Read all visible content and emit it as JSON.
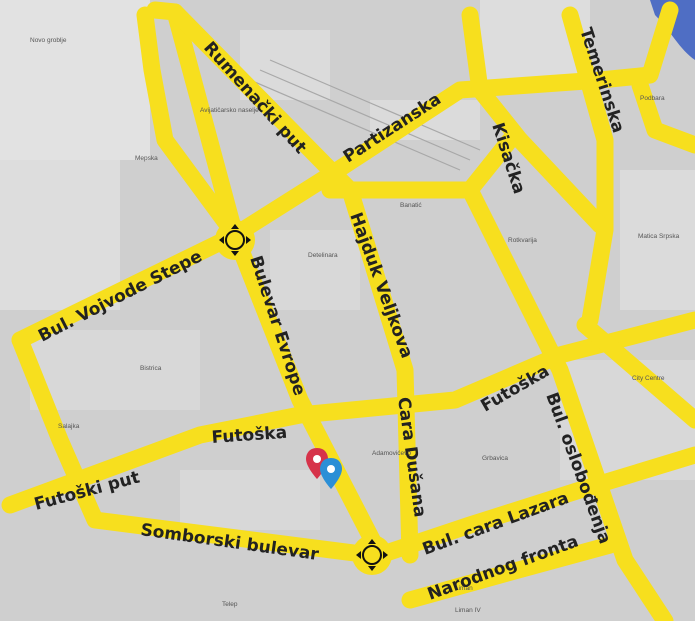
{
  "map": {
    "colors": {
      "background": "#cfcfcf",
      "block": "#e2e2e2",
      "road": "#f7df1e",
      "road_label": "#222222",
      "area_label": "#555555",
      "water": "#4f6ec4",
      "marker_red": "#d6334a",
      "marker_blue": "#2b8fd6",
      "roundabout": "#111111"
    },
    "roads": {
      "rumenacki_put": "Rumenački put",
      "partizanska": "Partizanska",
      "kisacka": "Kisačka",
      "temerinska": "Temerinska",
      "bul_vojvode_stepe": "Bul. Vojvode Stepe",
      "bulevar_evrope": "Bulevar Evrope",
      "hajduk_veljkova": "Hajduk Veljkova",
      "cara_dusana": "Cara Dušana",
      "futoska_west": "Futoška",
      "futoska_east": "Futoška",
      "futoski_put": "Futoški put",
      "somborski_bulevar": "Somborski bulevar",
      "bul_cara_lazara": "Bul. cara Lazara",
      "narodnog_fronta": "Narodnog fronta",
      "bul_oslobodjenja": "Bul. oslobođenja"
    },
    "areas": {
      "novo_groblje": "Novo groblje",
      "avijaticarsko_naselje": "Avijatičarsko naselje",
      "mepska": "Mepska",
      "detelinara": "Detelinara",
      "banatic": "Banatić",
      "rotkvarija": "Rotkvarija",
      "matica_srpska": "Matica Srpska",
      "city_centre": "City Centre",
      "grbavica": "Grbavica",
      "liman": "Liman",
      "bistrica": "Bistrica",
      "salajka": "Salajka",
      "adamovicevo": "Adamovićevo",
      "podbara": "Podbara",
      "liman_iv": "Liman IV",
      "telep": "Telep"
    },
    "markers": [
      {
        "name": "location-marker-red",
        "color": "#d6334a"
      },
      {
        "name": "location-marker-blue",
        "color": "#2b8fd6"
      }
    ]
  }
}
